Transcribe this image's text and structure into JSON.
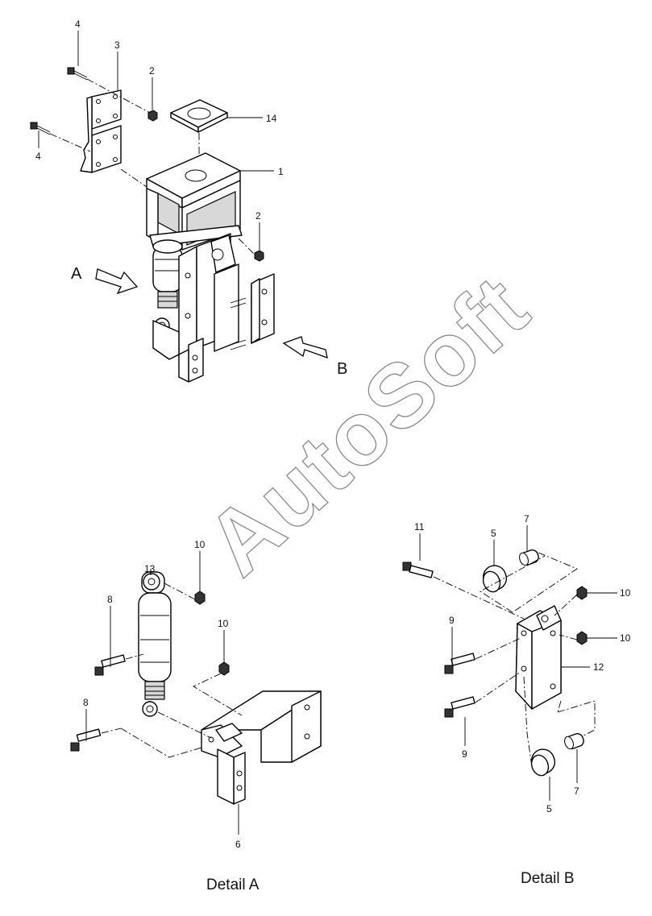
{
  "watermark": "AutoSoft",
  "view_letters": {
    "a": "A",
    "b": "B"
  },
  "callouts": {
    "main": [
      "4",
      "3",
      "2",
      "14",
      "4",
      "1",
      "2"
    ],
    "detail_a": [
      "10",
      "13",
      "8",
      "10",
      "8",
      "6"
    ],
    "detail_b": [
      "11",
      "5",
      "7",
      "10",
      "9",
      "10",
      "12",
      "9",
      "7",
      "5"
    ]
  },
  "captions": {
    "detail_a": "Detail A",
    "detail_b": "Detail B"
  }
}
